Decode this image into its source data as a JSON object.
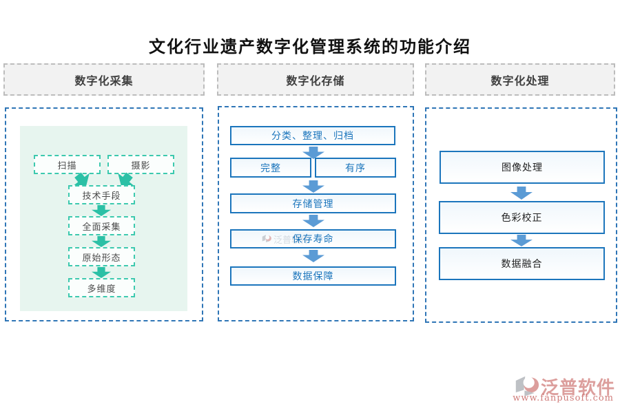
{
  "title": "文化行业遗产数字化管理系统的功能介绍",
  "collect": {
    "header": "数字化采集",
    "scan": "扫描",
    "photography": "摄影",
    "tech_means": "技术手段",
    "full_collection": "全面采集",
    "original_form": "原始形态",
    "multi_dimension": "多维度"
  },
  "storage": {
    "header": "数字化存储",
    "classify_archive": "分类、整理、归档",
    "complete": "完整",
    "ordered": "有序",
    "storage_mgmt": "存储管理",
    "preservation_life": "保存寿命",
    "data_guarantee": "数据保障"
  },
  "processing": {
    "header": "数字化处理",
    "image_processing": "图像处理",
    "color_correction": "色彩校正",
    "data_fusion": "数据融合"
  },
  "brand": {
    "name": "泛普软件",
    "url": "www.fanpusoft.com"
  },
  "colors": {
    "teal_accent": "#2cc0a6",
    "teal_border": "#3cc9ae",
    "mint_bg": "#e7f5ef",
    "blue_accent": "#1b75bc",
    "arrow_blue": "#5b9bd5",
    "panel_border_blue": "#2e75b6",
    "header_bg": "#f2f2f2",
    "brand_red": "#c0504d"
  }
}
